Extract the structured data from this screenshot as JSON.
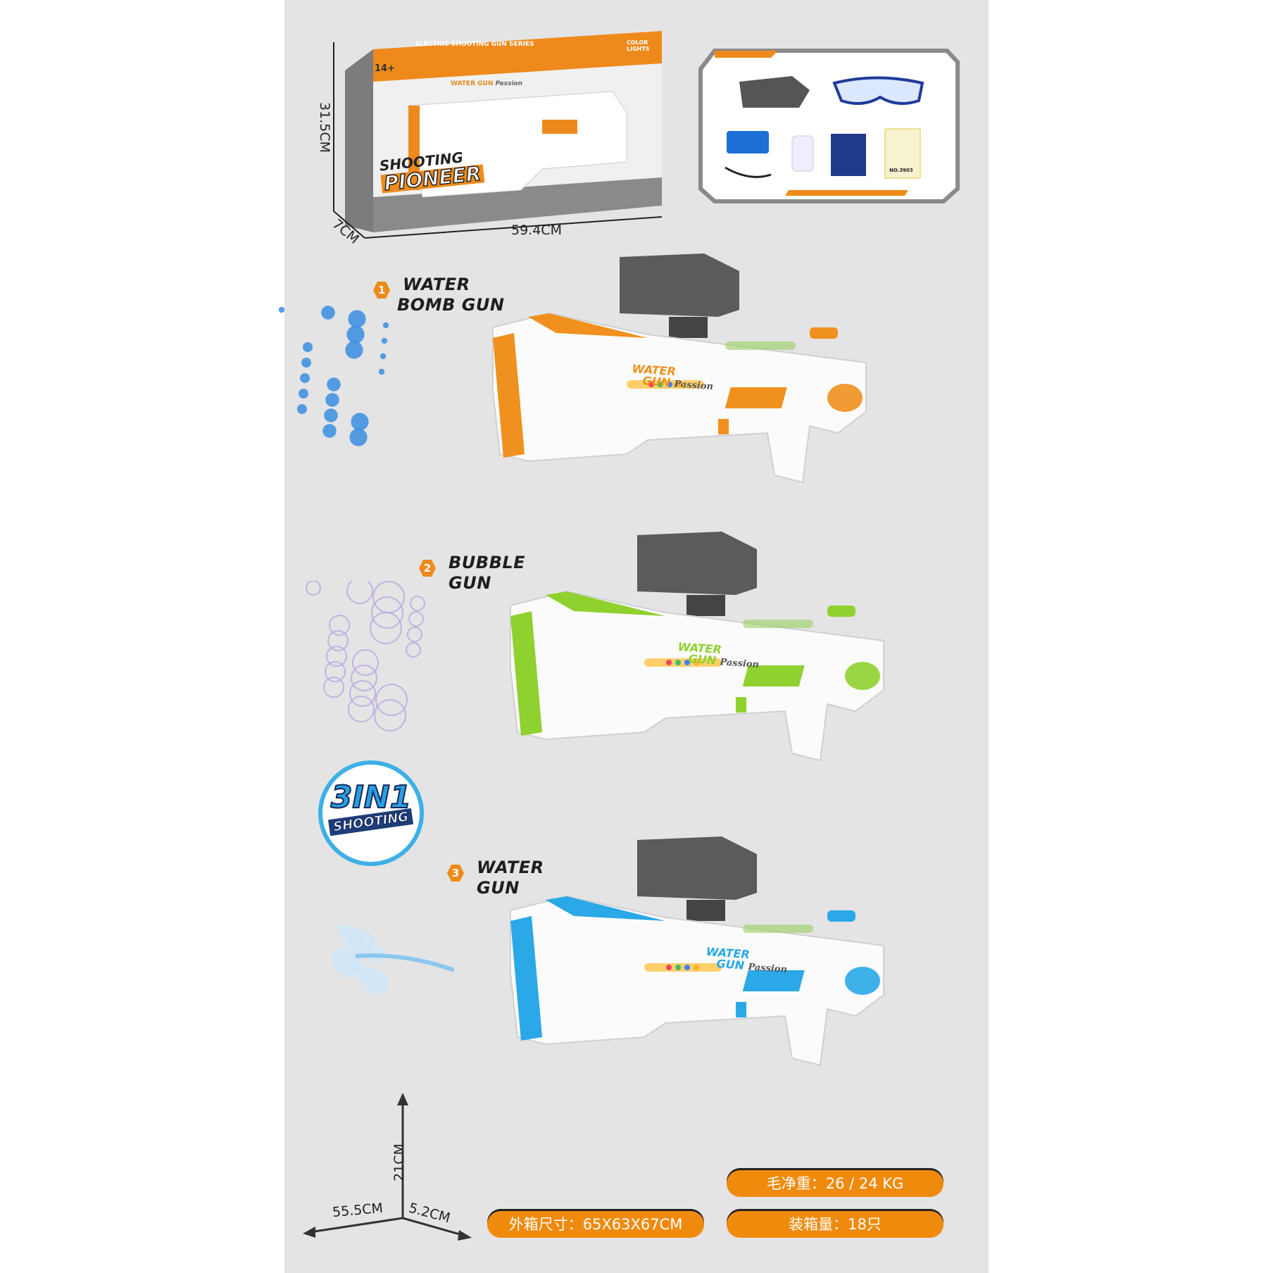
{
  "box": {
    "brand_line1": "SHOOTING",
    "brand_line2": "PIONEER",
    "age": "14+",
    "top_banner": "ELECTRIC SHOOTING GUN SERIES",
    "color_lights": "COLOR LIGHTS",
    "gun_logo": "WATER GUN",
    "gun_logo_script": "Passion",
    "height_dim": "31.5CM",
    "width_dim": "59.4CM",
    "depth_dim": "7CM"
  },
  "products": [
    {
      "number": "1",
      "line1": "WATER",
      "line2": "BOMB GUN",
      "accent": "#f0901e"
    },
    {
      "number": "2",
      "line1": "BUBBLE",
      "line2": "GUN",
      "accent": "#8fd12f"
    },
    {
      "number": "3",
      "line1": "WATER",
      "line2": "GUN",
      "accent": "#2aa8e8"
    }
  ],
  "gun_logo": {
    "line1": "WATER",
    "line2": "GUN",
    "script": "Passion"
  },
  "badge": {
    "big": "3IN1",
    "small": "SHOOTING"
  },
  "accessories": {
    "pack_label": "NO.3903"
  },
  "dimensions": {
    "height": "21CM",
    "length": "55.5CM",
    "depth": "5.2CM"
  },
  "specs": {
    "weight": "毛净重：26 / 24 KG",
    "carton_size": "外箱尺寸：65X63X67CM",
    "quantity": "装箱量：18只"
  }
}
